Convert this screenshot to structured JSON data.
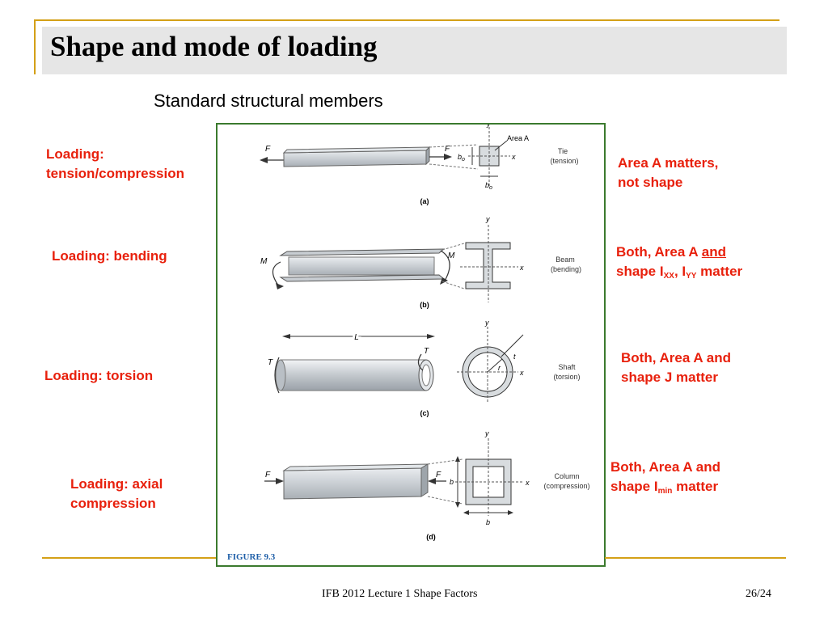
{
  "title": "Shape and mode of loading",
  "subtitle": "Standard structural members",
  "figure": {
    "caption": "FIGURE 9.3",
    "a": {
      "label": "(a)",
      "name": "Tie",
      "type": "(tension)",
      "force": "F",
      "area": "Area A",
      "bo": "b",
      "bo_sub": "o",
      "x": "x",
      "y": "y"
    },
    "b": {
      "label": "(b)",
      "name": "Beam",
      "type": "(bending)",
      "moment": "M",
      "x": "x",
      "y": "y"
    },
    "c": {
      "label": "(c)",
      "name": "Shaft",
      "type": "(torsion)",
      "torque": "T",
      "length": "L",
      "t": "t",
      "r": "r",
      "x": "x",
      "y": "y"
    },
    "d": {
      "label": "(d)",
      "name": "Column",
      "type": "(compression)",
      "force": "F",
      "b": "b",
      "x": "x",
      "y": "y"
    }
  },
  "loading_labels": {
    "tension_line1": "Loading:",
    "tension_line2": "tension/compression",
    "bending": "Loading: bending",
    "torsion": "Loading: torsion",
    "axial_line1": "Loading: axial",
    "axial_line2": "compression"
  },
  "notes": {
    "tension_line1": "Area A matters,",
    "tension_line2": "not shape",
    "bending_line1_pre": "Both, Area A ",
    "bending_line1_and": "and",
    "bending_line2_pre": "shape I",
    "bending_sub1": "XX",
    "bending_sep": ", I",
    "bending_sub2": "YY",
    "bending_line2_post": " matter",
    "torsion_line1": "Both, Area A and",
    "torsion_line2": "shape J matter",
    "axial_line1": "Both, Area A and",
    "axial_line2_pre": "shape I",
    "axial_sub": "min",
    "axial_line2_post": " matter"
  },
  "footer": {
    "text": "IFB 2012 Lecture 1 Shape Factors",
    "page": "26/24"
  },
  "colors": {
    "accent": "#d4a017",
    "note_red": "#e8200c",
    "figure_border": "#3b7a2e",
    "caption_blue": "#1f5fa8"
  }
}
